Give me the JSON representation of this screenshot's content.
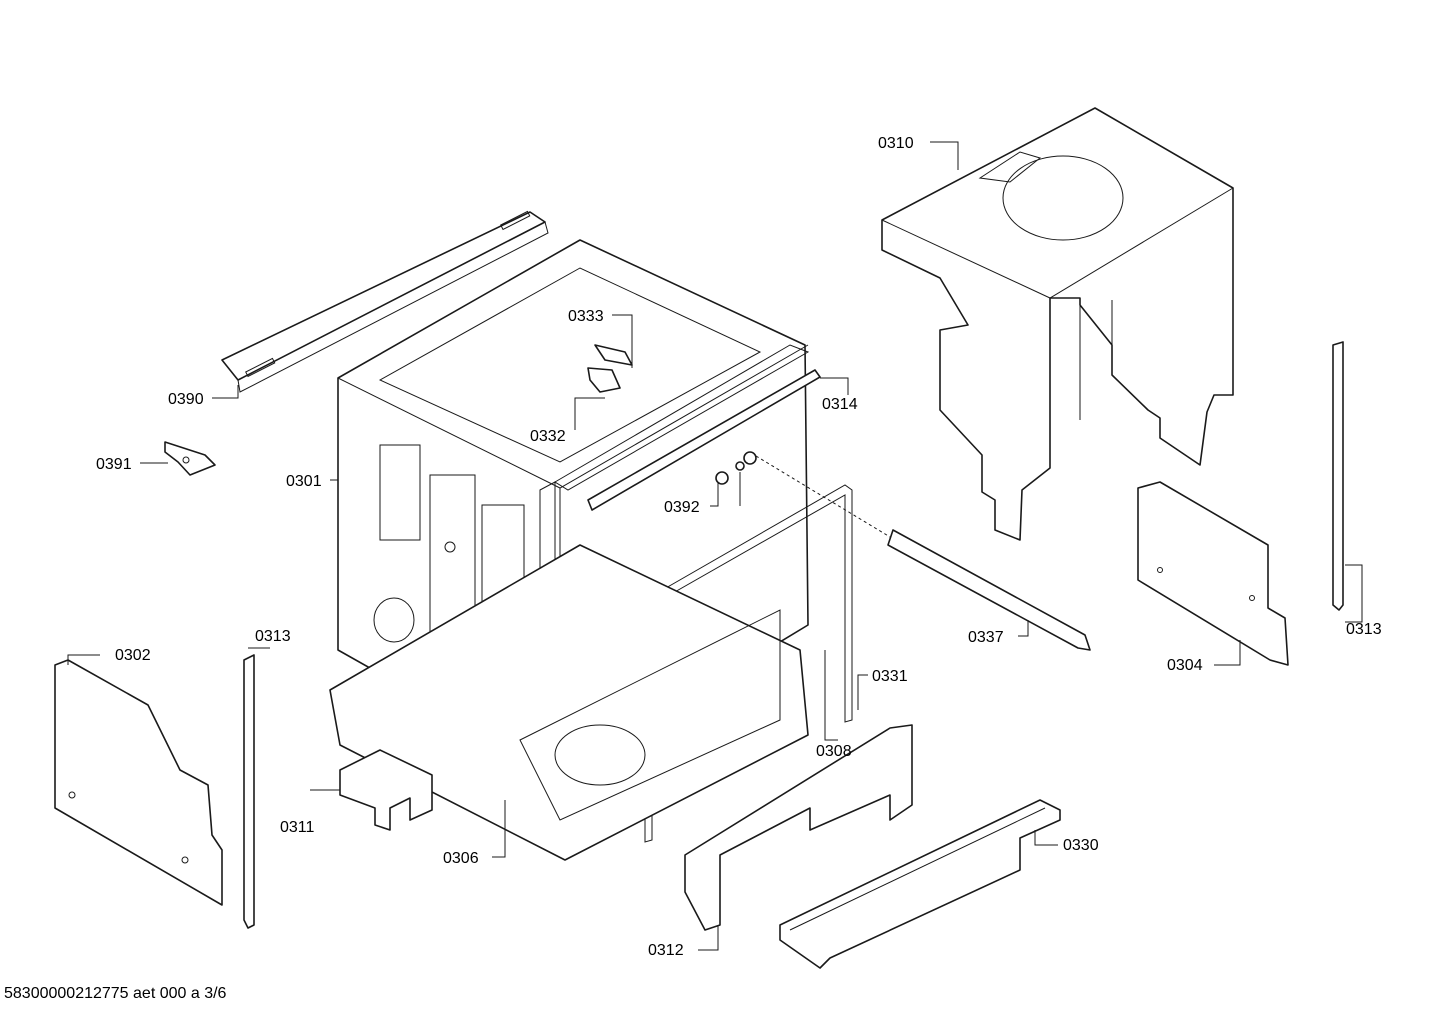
{
  "labels": {
    "p0310": "0310",
    "p0333": "0333",
    "p0390": "0390",
    "p0314": "0314",
    "p0332": "0332",
    "p0391": "0391",
    "p0301": "0301",
    "p0392": "0392",
    "p0313_right": "0313",
    "p0313_left": "0313",
    "p0337": "0337",
    "p0302": "0302",
    "p0304": "0304",
    "p0331": "0331",
    "p0308": "0308",
    "p0311": "0311",
    "p0306": "0306",
    "p0330": "0330",
    "p0312": "0312"
  },
  "footer": {
    "text": "58300000212775 aet 000 a 3/6"
  }
}
